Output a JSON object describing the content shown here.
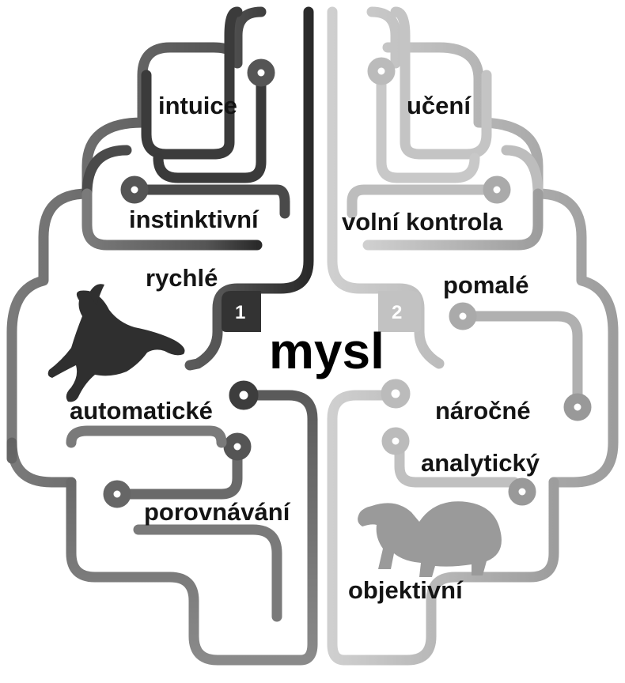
{
  "center_label": "mysl",
  "left": {
    "number": "1",
    "color": "#3a3a3a",
    "labels": [
      "intuice",
      "instinktivní",
      "rychlé",
      "automatické",
      "porovnávání"
    ],
    "icon": "rabbit-icon"
  },
  "right": {
    "number": "2",
    "color": "#bdbdbd",
    "labels": [
      "učení",
      "volní kontrola",
      "pomalé",
      "náročné",
      "analytický",
      "objektivní"
    ],
    "icon": "turtle-icon"
  }
}
